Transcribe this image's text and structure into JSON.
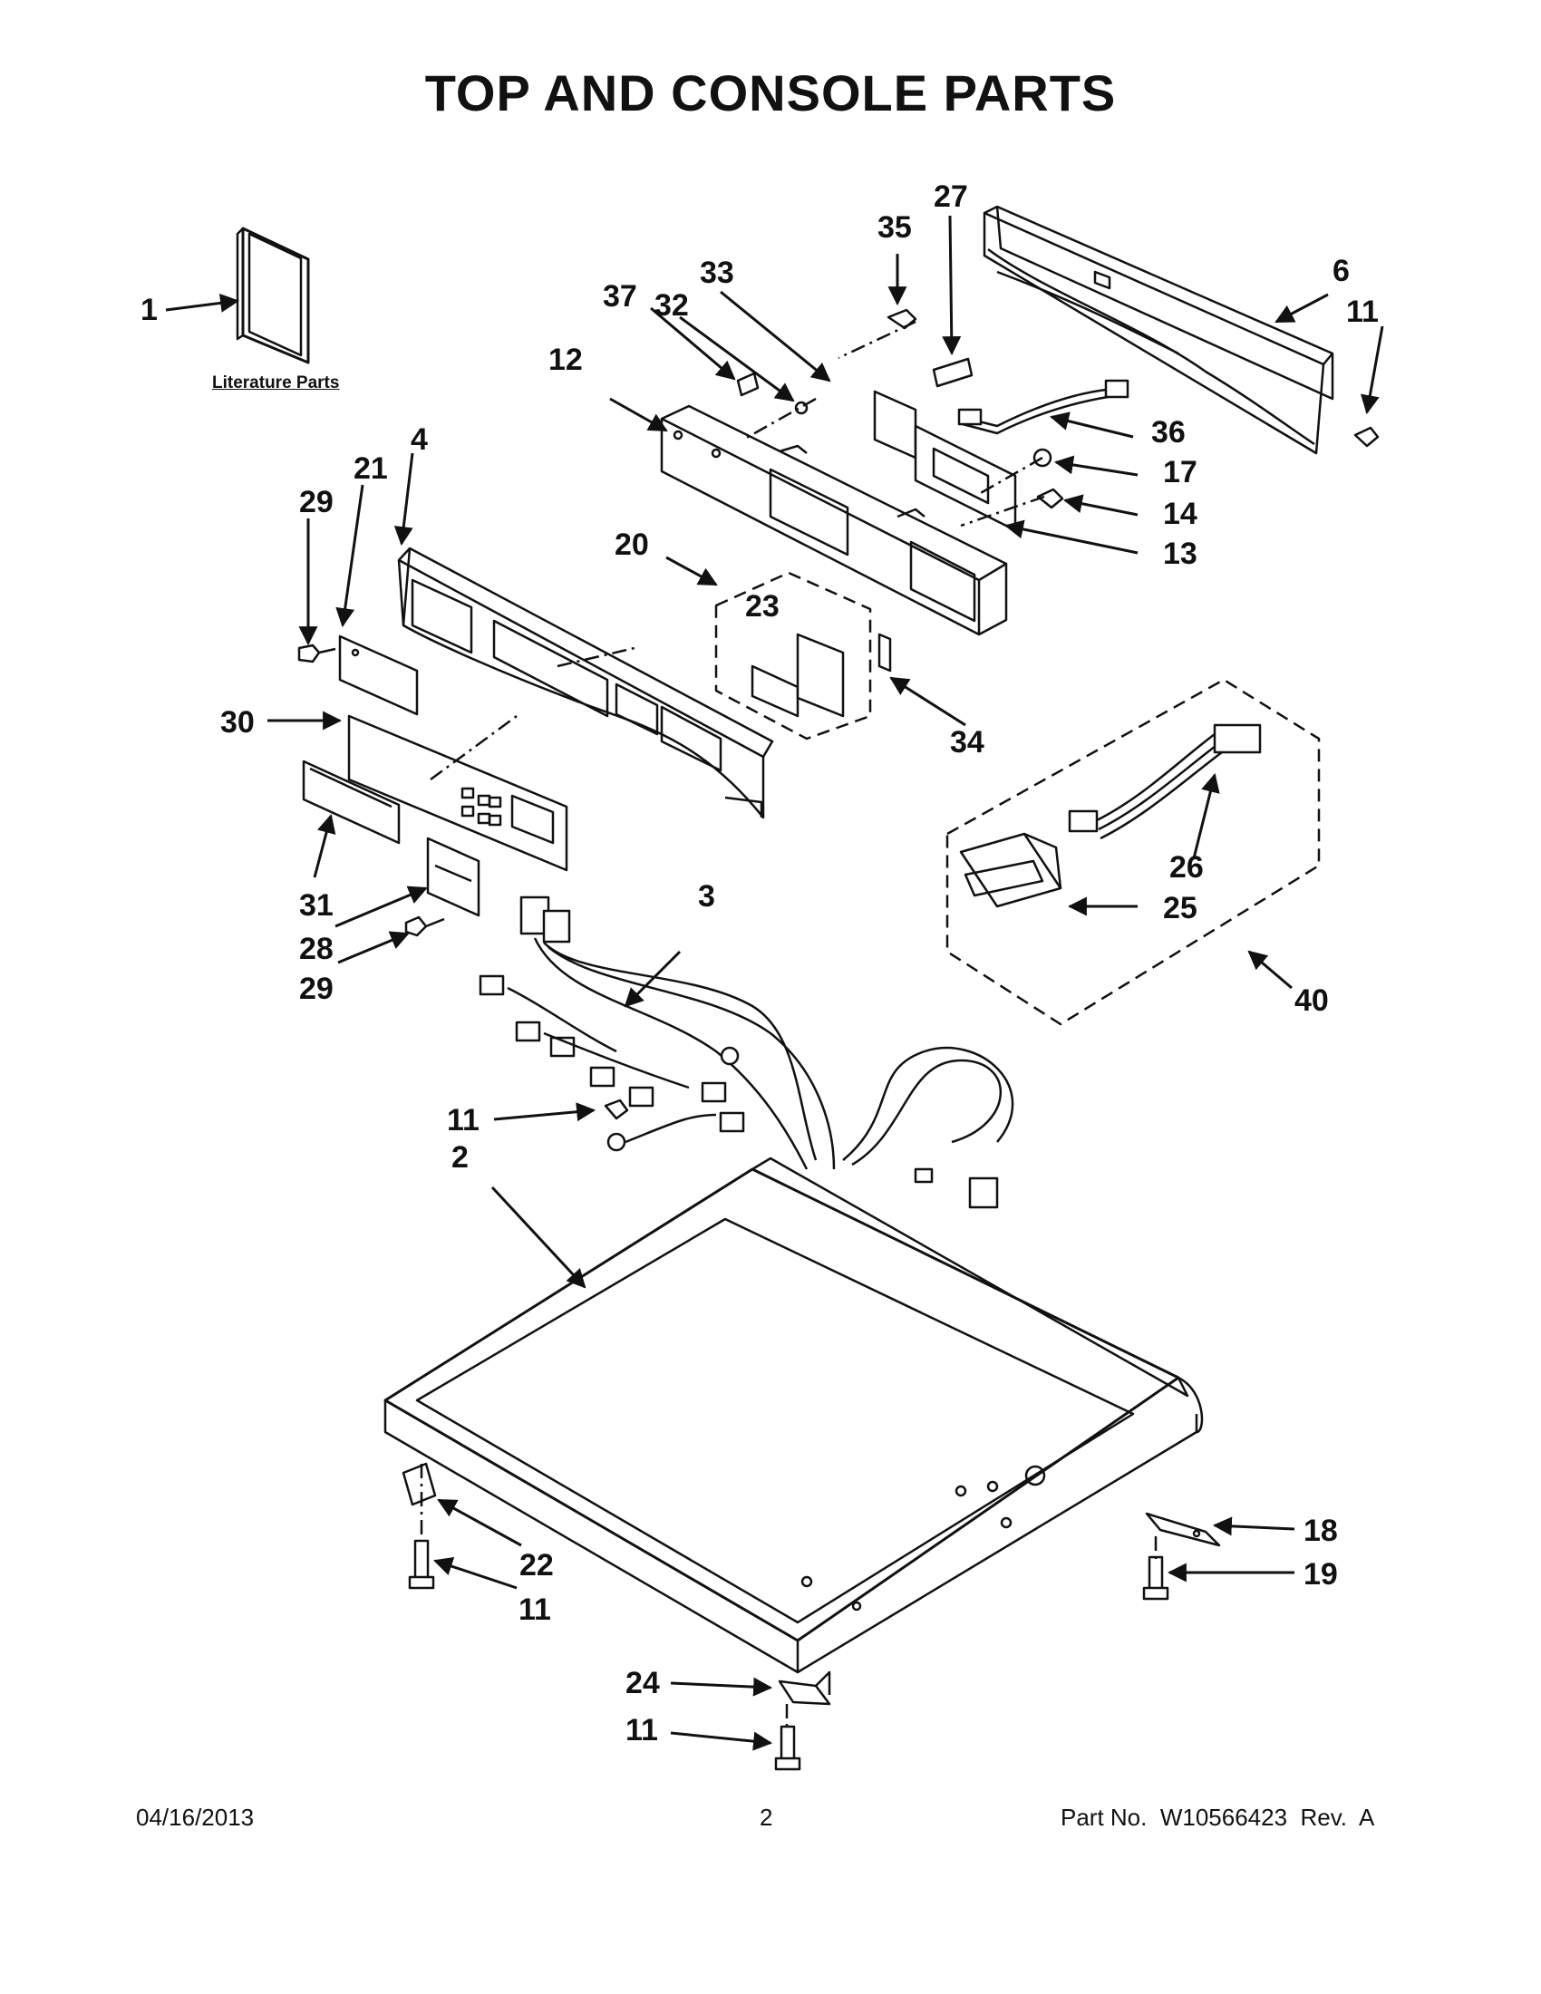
{
  "page": {
    "title": "TOP AND CONSOLE PARTS",
    "literature_label": "Literature Parts"
  },
  "footer": {
    "date": "04/16/2013",
    "page_number": "2",
    "part_number": "Part No.  W10566423  Rev.  A"
  },
  "callouts": {
    "c1": "1",
    "c2": "2",
    "c3": "3",
    "c4": "4",
    "c6": "6",
    "c11a": "11",
    "c11b": "11",
    "c11c": "11",
    "c11d": "11",
    "c12": "12",
    "c13": "13",
    "c14": "14",
    "c17": "17",
    "c18": "18",
    "c19": "19",
    "c20": "20",
    "c21": "21",
    "c22": "22",
    "c23": "23",
    "c24": "24",
    "c25": "25",
    "c26": "26",
    "c27": "27",
    "c28": "28",
    "c29a": "29",
    "c29b": "29",
    "c30": "30",
    "c31": "31",
    "c32": "32",
    "c33": "33",
    "c34": "34",
    "c35": "35",
    "c36": "36",
    "c37": "37",
    "c40": "40"
  }
}
